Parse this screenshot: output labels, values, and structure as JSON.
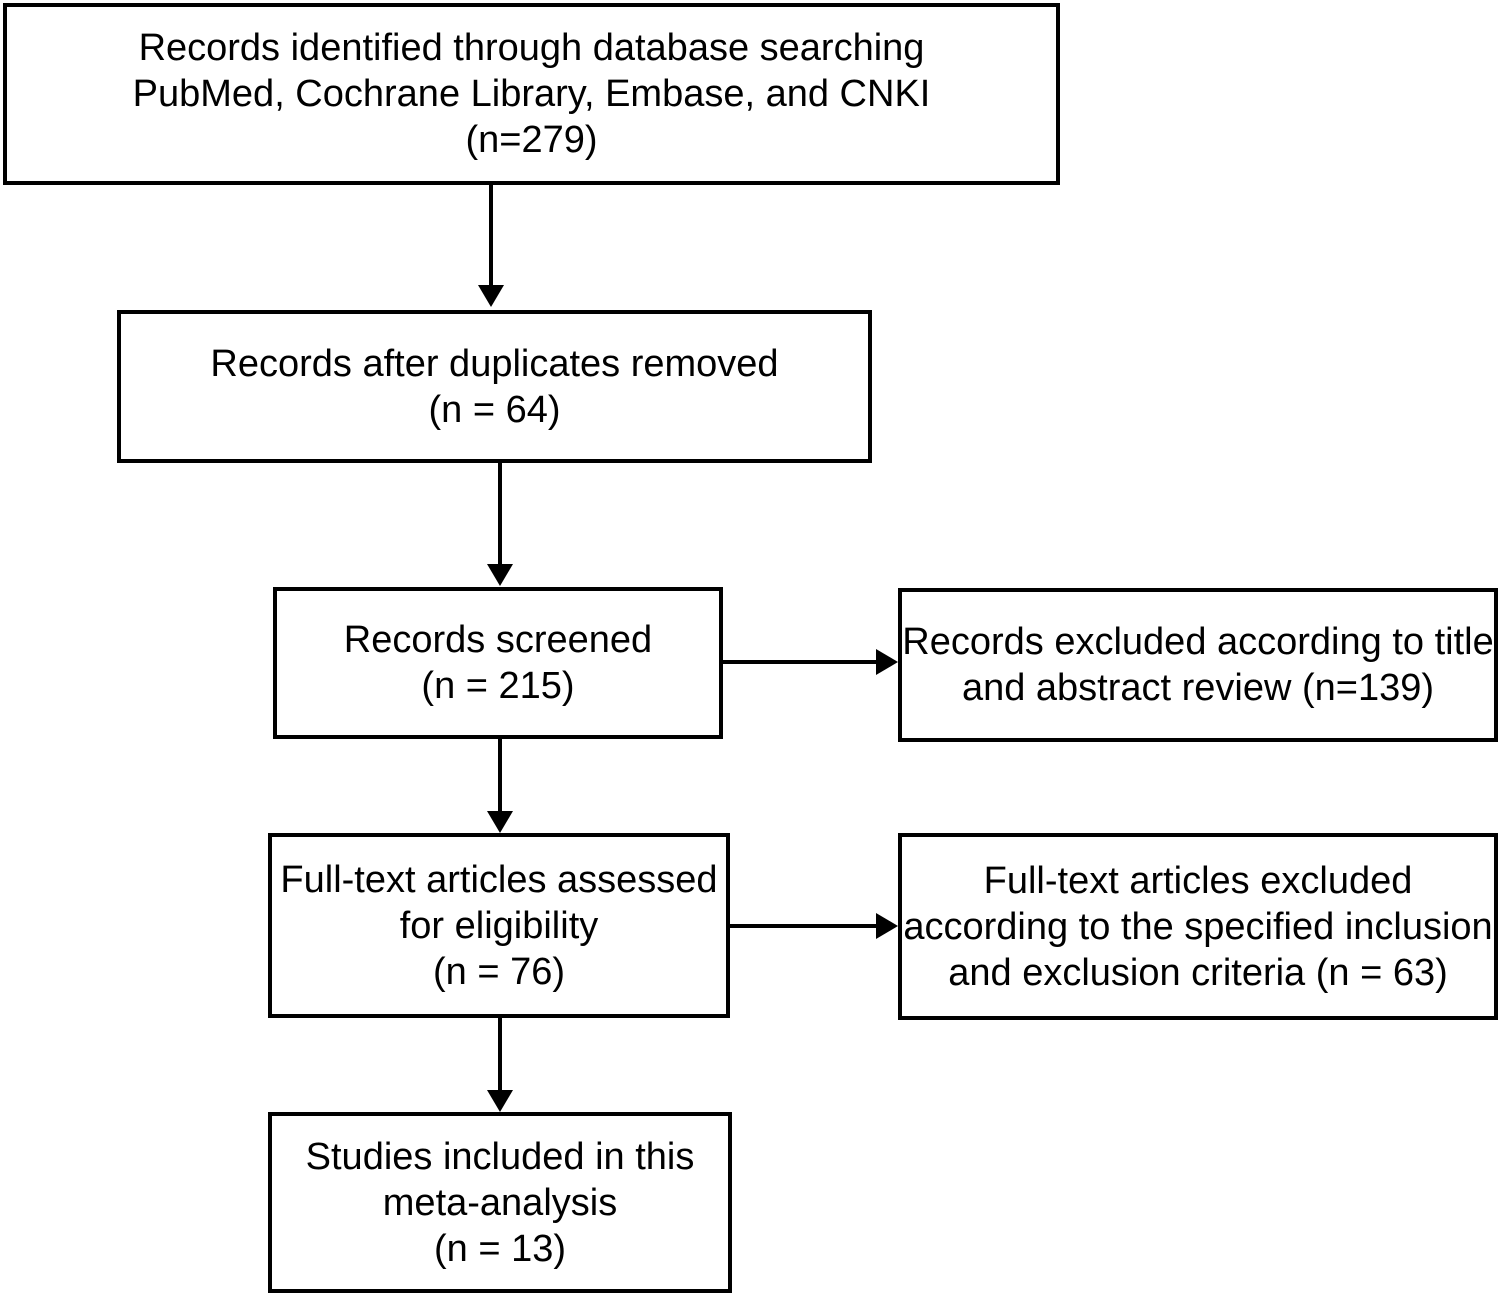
{
  "figure": {
    "type": "prisma-flow-diagram",
    "colors": {
      "background": "#ffffff",
      "box_border": "#000000",
      "text": "#000000",
      "arrow": "#000000"
    },
    "counts": {
      "identified": 279,
      "after_duplicates_removed": 64,
      "screened": 215,
      "excluded_title_abstract": 139,
      "fulltext_assessed": 76,
      "fulltext_excluded": 63,
      "included": 13
    }
  },
  "boxes": {
    "identification": {
      "lines": [
        "Records identified through database searching",
        "PubMed, Cochrane Library, Embase, and CNKI",
        "(n=279)"
      ]
    },
    "duplicates": {
      "lines": [
        "Records after duplicates removed",
        "(n = 64)"
      ]
    },
    "screened": {
      "lines": [
        "Records screened",
        "(n = 215)"
      ]
    },
    "excluded_screening": {
      "lines": [
        "Records excluded according to title",
        "and abstract review (n=139)"
      ]
    },
    "fulltext": {
      "lines": [
        "Full-text articles assessed",
        "for eligibility",
        "(n = 76)"
      ]
    },
    "fulltext_excluded": {
      "lines": [
        "Full-text articles excluded",
        "according to the specified inclusion",
        "and exclusion criteria (n = 63)"
      ]
    },
    "included": {
      "lines": [
        "Studies included in this",
        "meta-analysis",
        "(n = 13)"
      ]
    }
  }
}
